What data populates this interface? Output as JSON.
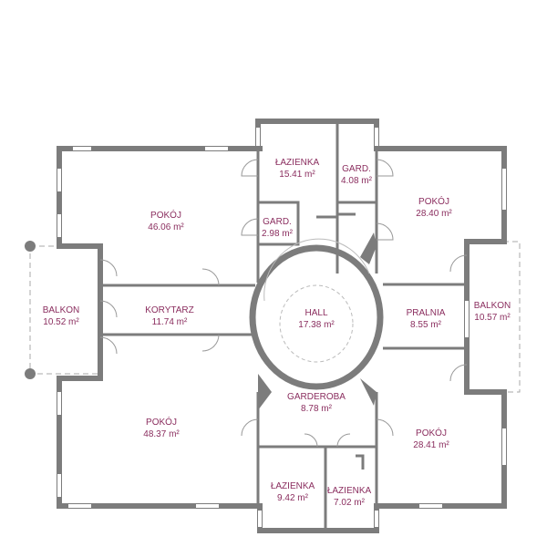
{
  "colors": {
    "wall": "#7c7c7c",
    "label": "#8a2d5e"
  },
  "rooms": [
    {
      "name": "POKÓJ",
      "area": "46.06 m²"
    },
    {
      "name": "ŁAZIENKA",
      "area": "15.41 m²"
    },
    {
      "name": "GARD.",
      "area": "4.08 m²"
    },
    {
      "name": "POKÓJ",
      "area": "28.40 m²"
    },
    {
      "name": "GARD.",
      "area": "2.98 m²"
    },
    {
      "name": "BALKON",
      "area": "10.52 m²"
    },
    {
      "name": "KORYTARZ",
      "area": "11.74 m²"
    },
    {
      "name": "HALL",
      "area": "17.38 m²"
    },
    {
      "name": "PRALNIA",
      "area": "8.55 m²"
    },
    {
      "name": "BALKON",
      "area": "10.57 m²"
    },
    {
      "name": "GARDEROBA",
      "area": "8.78 m²"
    },
    {
      "name": "POKÓJ",
      "area": "48.37 m²"
    },
    {
      "name": "POKÓJ",
      "area": "28.41 m²"
    },
    {
      "name": "ŁAZIENKA",
      "area": "9.42 m²"
    },
    {
      "name": "ŁAZIENKA",
      "area": "7.02 m²"
    }
  ]
}
